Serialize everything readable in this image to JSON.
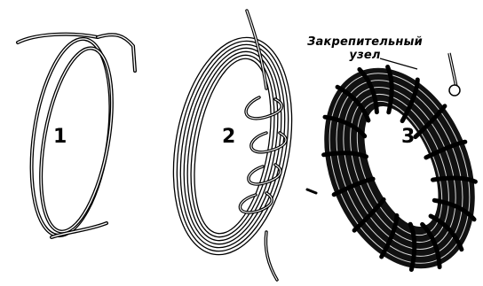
{
  "figure": {
    "labels": [
      "1",
      "2",
      "3"
    ],
    "callout_line1": "Закрепительный",
    "callout_line2": "узел"
  },
  "colors": {
    "ink": "#000000",
    "paper": "#ffffff"
  }
}
